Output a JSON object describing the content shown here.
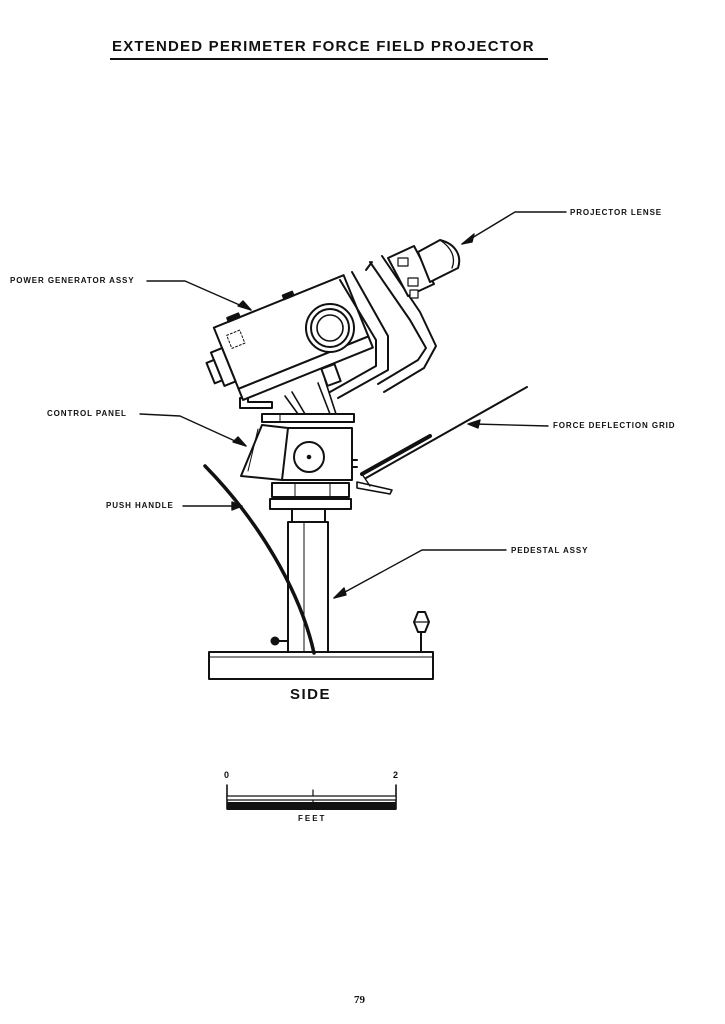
{
  "title": "EXTENDED PERIMETER FORCE FIELD PROJECTOR",
  "callouts": {
    "projector_lense": "PROJECTOR LENSE",
    "power_generator": "POWER GENERATOR ASSY",
    "control_panel": "CONTROL PANEL",
    "force_deflection_grid": "FORCE DEFLECTION GRID",
    "push_handle": "PUSH HANDLE",
    "pedestal": "PEDESTAL ASSY"
  },
  "view_label": "SIDE",
  "scale": {
    "start": "0",
    "end": "2",
    "unit": "FEET"
  },
  "page_number": "79"
}
